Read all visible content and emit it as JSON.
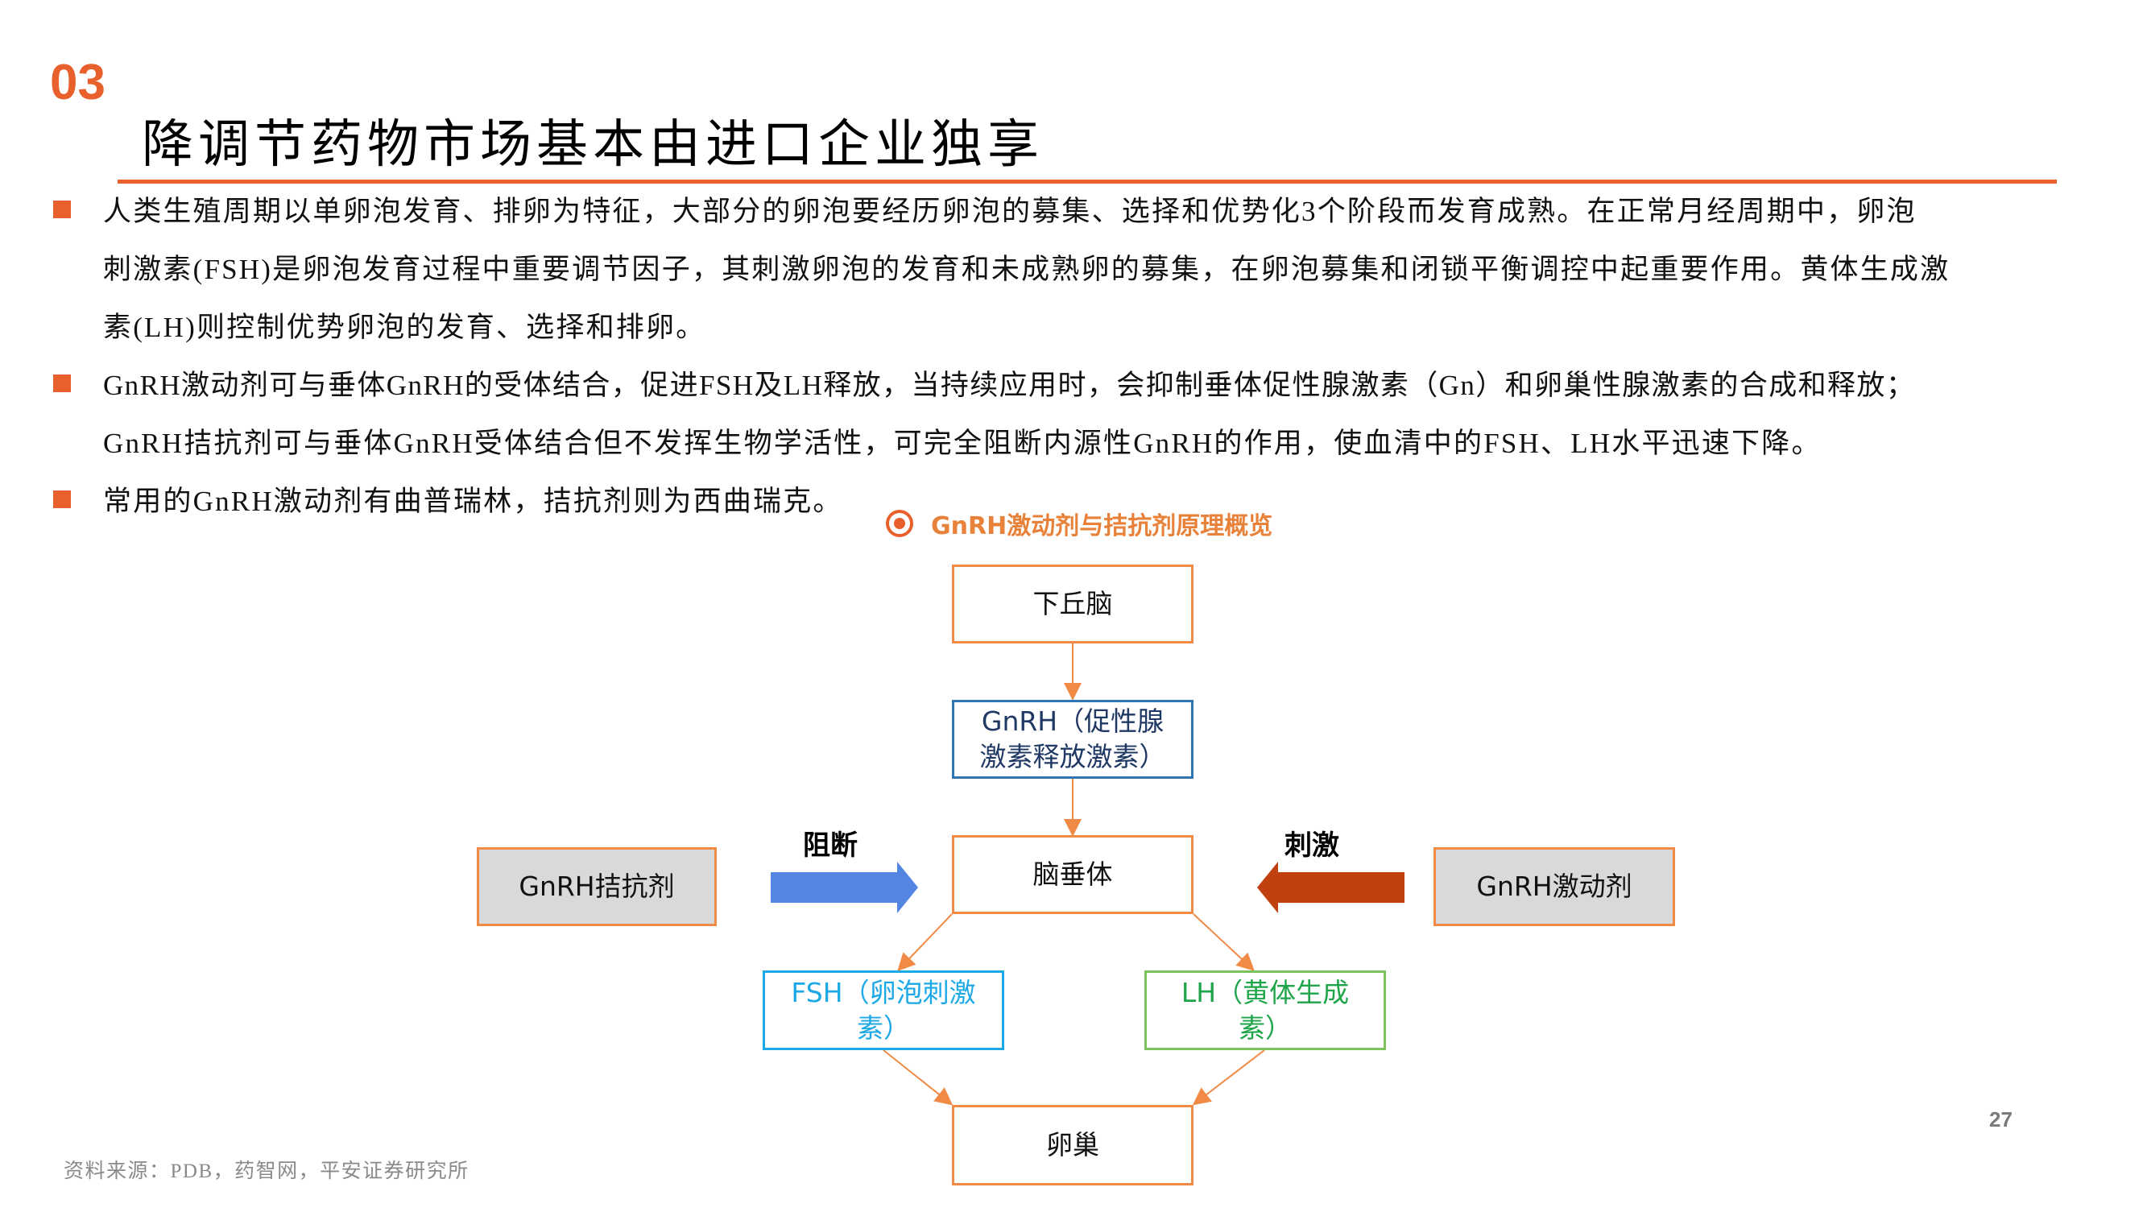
{
  "header": {
    "section_number": "03",
    "title": "降调节药物市场基本由进口企业独享",
    "accent_color": "#E8602C"
  },
  "bullets": [
    {
      "lines": [
        "人类生殖周期以单卵泡发育、排卵为特征，大部分的卵泡要经历卵泡的募集、选择和优势化3个阶段而发育成熟。在正常月经周期中，卵泡",
        "刺激素(FSH)是卵泡发育过程中重要调节因子，其刺激卵泡的发育和未成熟卵的募集，在卵泡募集和闭锁平衡调控中起重要作用。黄体生成激",
        "素(LH)则控制优势卵泡的发育、选择和排卵。"
      ]
    },
    {
      "lines": [
        "GnRH激动剂可与垂体GnRH的受体结合，促进FSH及LH释放，当持续应用时，会抑制垂体促性腺激素（Gn）和卵巢性腺激素的合成和释放；",
        "GnRH拮抗剂可与垂体GnRH受体结合但不发挥生物学活性，可完全阻断内源性GnRH的作用，使血清中的FSH、LH水平迅速下降。"
      ]
    },
    {
      "lines": [
        "常用的GnRH激动剂有曲普瑞林，拮抗剂则为西曲瑞克。"
      ]
    }
  ],
  "figure": {
    "caption": "GnRH激动剂与拮抗剂原理概览",
    "caption_icon": "target-circle-icon",
    "nodes": {
      "hypothalamus": "下丘脑",
      "gnrh_line1": "GnRH（促性腺",
      "gnrh_line2": "激素释放激素）",
      "pituitary": "脑垂体",
      "antagonist": "GnRH拮抗剂",
      "agonist": "GnRH激动剂",
      "fsh_line1": "FSH（卵泡刺激",
      "fsh_line2": "素）",
      "lh_line1": "LH（黄体生成",
      "lh_line2": "素）",
      "ovary": "卵巢"
    },
    "edges": {
      "block_label": "阻断",
      "block_color": "#5585E3",
      "stimulate_label": "刺激",
      "stimulate_color": "#C0400F",
      "connector_color": "#F08A45"
    }
  },
  "footer": {
    "source": "资料来源：PDB，药智网，平安证券研究所",
    "page_number": "27"
  }
}
